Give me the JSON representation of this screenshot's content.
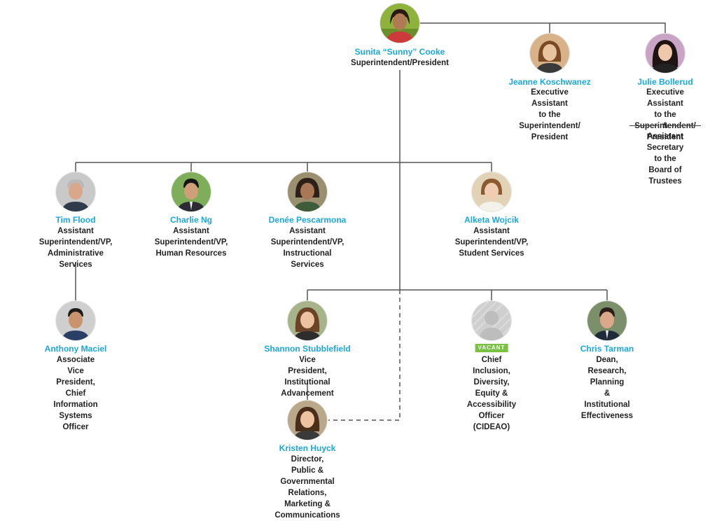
{
  "colors": {
    "name": "#1aa7dd",
    "title": "#222222",
    "line": "#555555",
    "vacant_badge": "#79c143"
  },
  "people": {
    "cooke": {
      "name": "Sunita “Sunny” Cooke",
      "title": "Superintendent/President"
    },
    "koschwanez": {
      "name": "Jeanne Koschwanez",
      "title": "Executive Assistant\nto the Superintendent/\nPresident"
    },
    "bollerud": {
      "name": "Julie Bollerud",
      "title": "Executive Assistant\nto the Superintendent/\nPresident",
      "amp": "&",
      "title2": "Assistant Secretary\nto the Board of Trustees"
    },
    "flood": {
      "name": "Tim Flood",
      "title": "Assistant\nSuperintendent/VP,\nAdministrative Services"
    },
    "ng": {
      "name": "Charlie Ng",
      "title": "Assistant\nSuperintendent/VP,\nHuman Resources"
    },
    "pescarmona": {
      "name": "Denée Pescarmona",
      "title": "Assistant\nSuperintendent/VP,\nInstructional Services"
    },
    "wojcik": {
      "name": "Alketa Wojcik",
      "title": "Assistant\nSuperintendent/VP,\nStudent Services"
    },
    "maciel": {
      "name": "Anthony Maciel",
      "title": "Associate Vice President,\nChief Information Systems Officer"
    },
    "stubblefield": {
      "name": "Shannon Stubblefield",
      "title": "Vice President,\nInstitutional Advancement"
    },
    "vacant": {
      "badge": "VACANT",
      "title": "Chief Inclusion,\nDiversity, Equity &\nAccessibility Officer\n(CIDEAO)"
    },
    "tarman": {
      "name": "Chris Tarman",
      "title": "Dean,\nResearch, Planning\n& Institutional\nEffectiveness"
    },
    "huyck": {
      "name": "Kristen Huyck",
      "title": "Director,\nPublic & Governmental Relations,\nMarketing & Communications"
    }
  }
}
